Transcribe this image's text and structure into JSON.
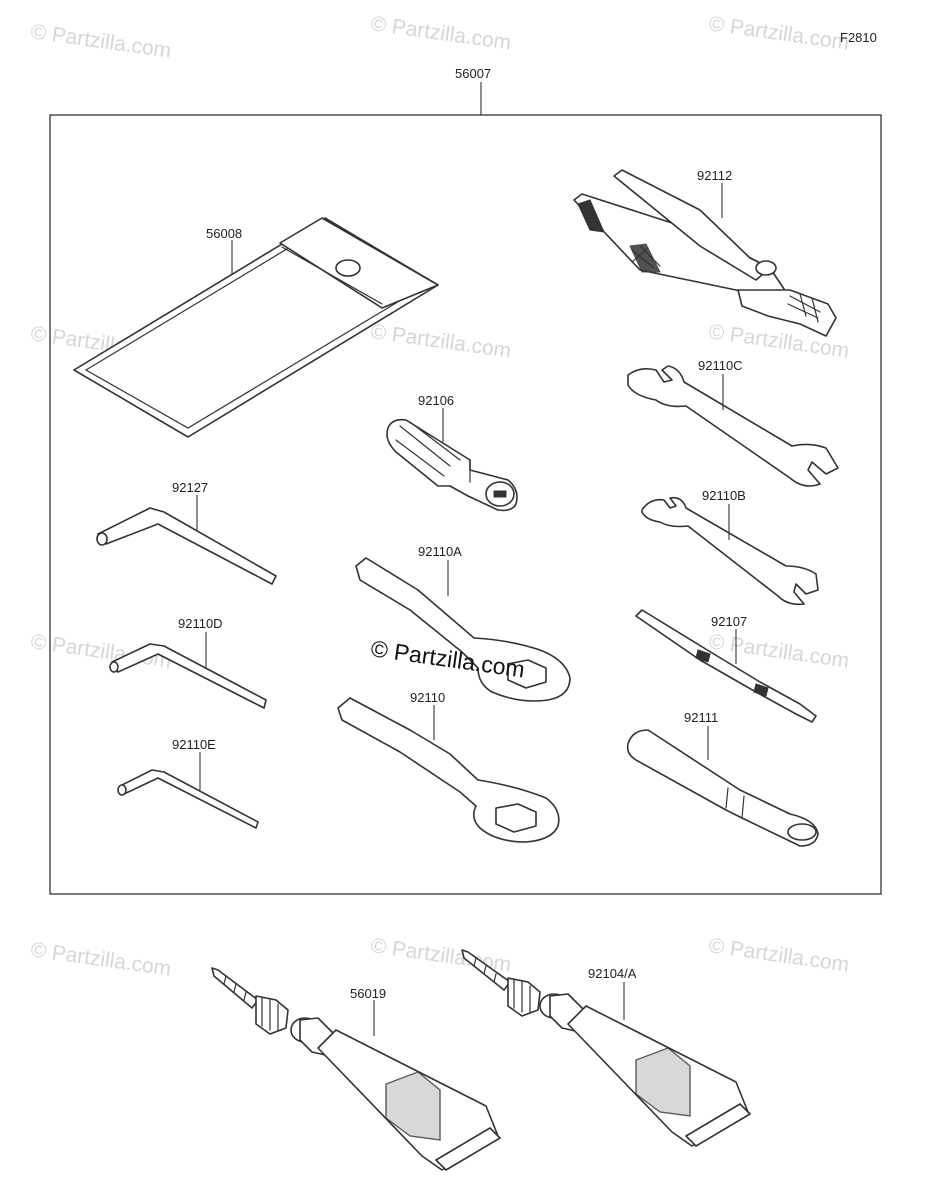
{
  "figure_code": "F2810",
  "watermark": "© Partzilla.com",
  "watermark_center": "© Partzilla.com",
  "parts": {
    "p56007": "56007",
    "p56008": "56008",
    "p92112": "92112",
    "p92110C": "92110C",
    "p92106": "92106",
    "p92127": "92127",
    "p92110B": "92110B",
    "p92110A": "92110A",
    "p92110D": "92110D",
    "p92107": "92107",
    "p92110": "92110",
    "p92111": "92111",
    "p92110E": "92110E",
    "p56019": "56019",
    "p92104A": "92104/A"
  }
}
